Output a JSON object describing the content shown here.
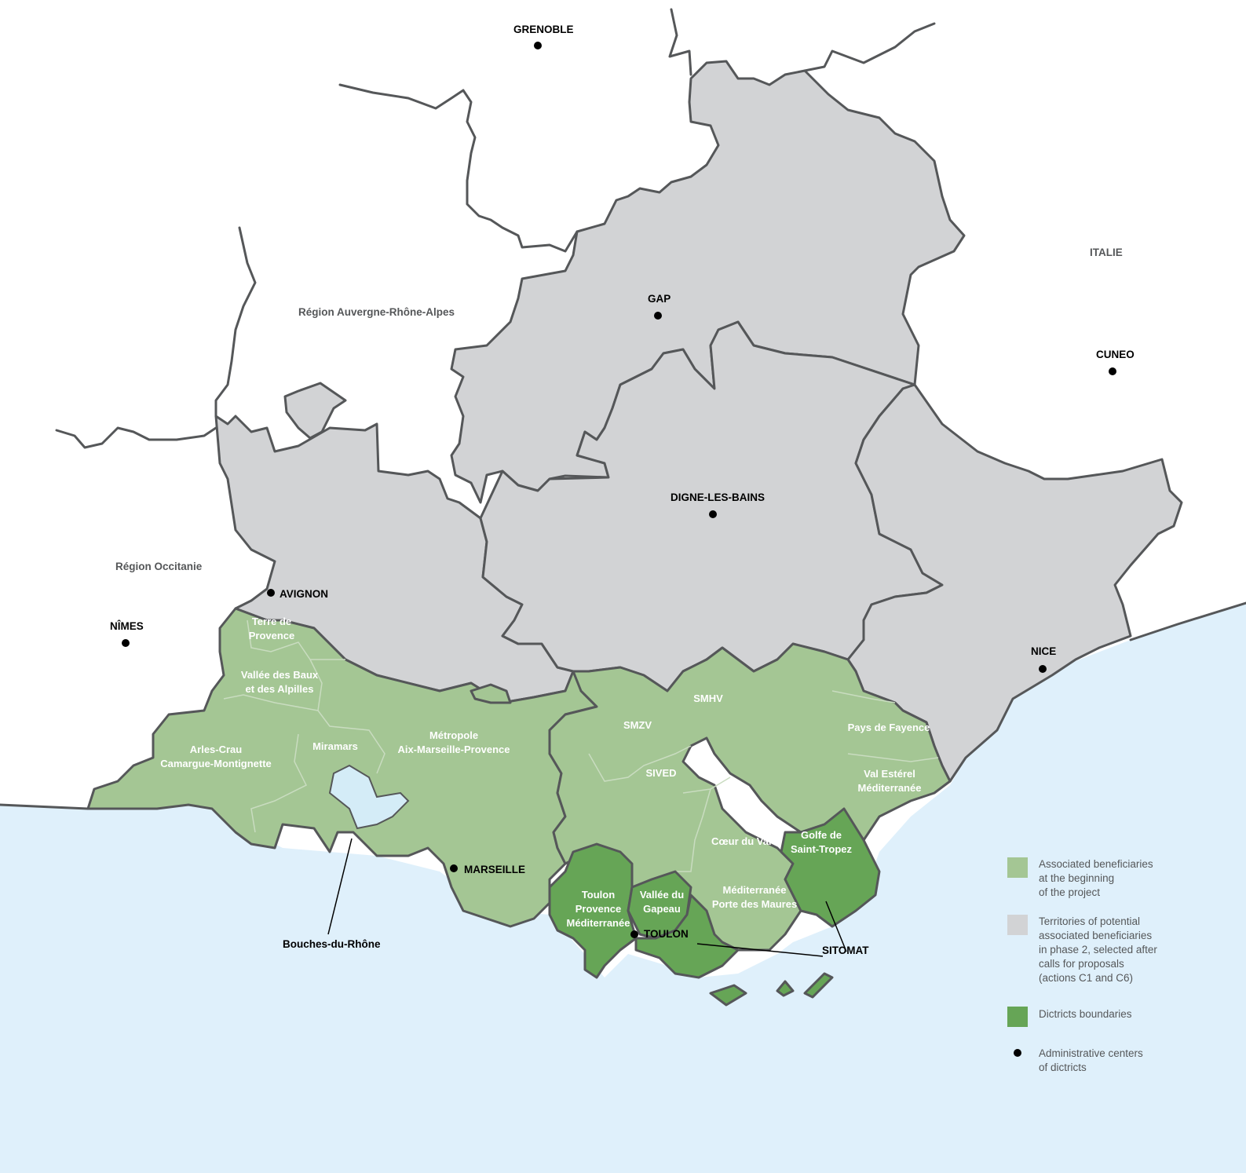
{
  "colors": {
    "sea": "#dff0fb",
    "phase2_territories": "#d2d3d5",
    "associated_beneficiaries": "#a4c694",
    "districts": "#66a556",
    "lake": "#d4ecf7",
    "border": "#555759"
  },
  "cities": {
    "grenoble": "GRENOBLE",
    "gap": "GAP",
    "digne": "DIGNE-LES-BAINS",
    "avignon": "AVIGNON",
    "nimes": "NÎMES",
    "marseille": "MARSEILLE",
    "toulon": "TOULON",
    "nice": "NICE",
    "cuneo": "CUNEO"
  },
  "regions": {
    "auvergne": "Région Auvergne-Rhône-Alpes",
    "occitanie": "Région Occitanie",
    "italie": "ITALIE"
  },
  "territories": {
    "terre_de_provence": [
      "Terre de",
      "Provence"
    ],
    "vallee_des_baux": [
      "Vallée des Baux",
      "et des Alpilles"
    ],
    "arles_crau": [
      "Arles-Crau",
      "Camargue-Montignette"
    ],
    "miramars": [
      "Miramars"
    ],
    "metropole": [
      "Métropole",
      "Aix-Marseille-Provence"
    ],
    "smzv": [
      "SMZV"
    ],
    "smhv": [
      "SMHV"
    ],
    "sived": [
      "SIVED"
    ],
    "pays_de_fayence": [
      "Pays de Fayence"
    ],
    "val_esterel": [
      "Val Estérel",
      "Méditerranée"
    ],
    "coeur_du_var": [
      "Cœur du Var"
    ],
    "golfe_st_tropez": [
      "Golfe de",
      "Saint-Tropez"
    ],
    "toulon_provence": [
      "Toulon",
      "Provence",
      "Méditerranée"
    ],
    "vallee_du_gapeau": [
      "Vallée du",
      "Gapeau"
    ],
    "mediterranee_portes": [
      "Méditerranée",
      "Porte des Maures"
    ]
  },
  "callouts": {
    "bouches_du_rhone": "Bouches-du-Rhône",
    "sitomat": "SITOMAT"
  },
  "legend": {
    "associated": [
      "Associated beneficiaries",
      "at the beginning",
      "of the project"
    ],
    "phase2": [
      "Territories of potential",
      "associated beneficiaries",
      "in phase 2, selected after",
      "calls for proposals",
      "(actions C1 and C6)"
    ],
    "districts": [
      "Dictricts boundaries"
    ],
    "admin": [
      "Administrative centers",
      "of dictricts"
    ]
  }
}
